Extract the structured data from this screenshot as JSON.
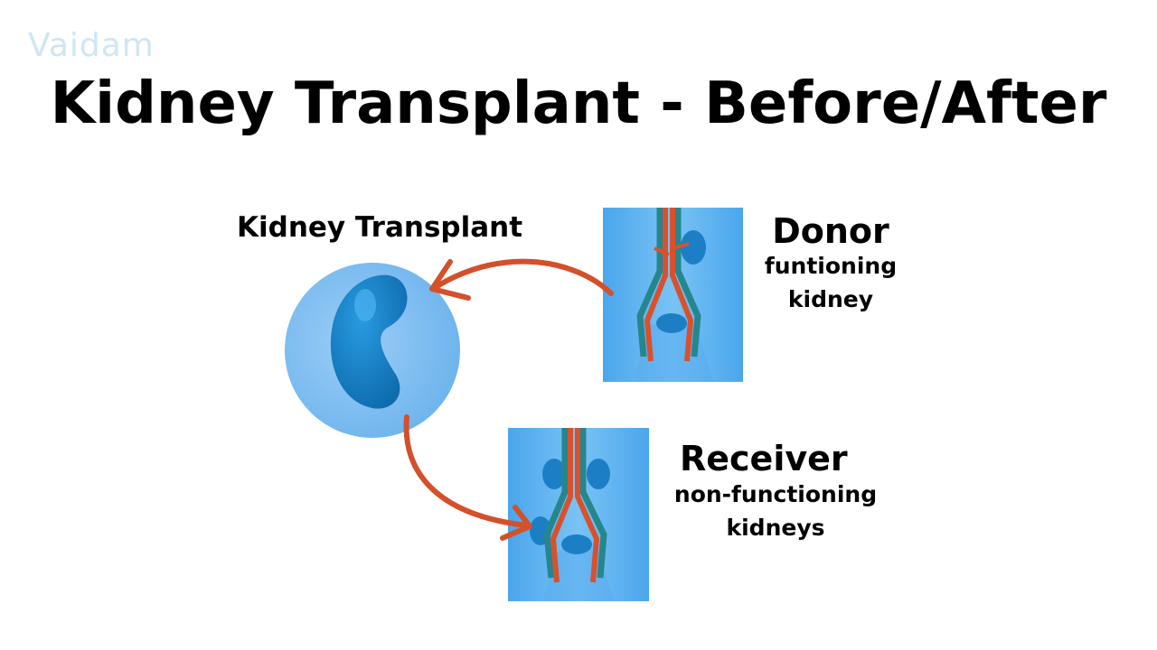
{
  "watermark": "Vaidam",
  "title": "Kidney Transplant - Before/After",
  "circle_label": "Kidney Transplant",
  "donor": {
    "heading": "Donor",
    "line1": "funtioning",
    "line2": "kidney"
  },
  "receiver": {
    "heading": "Receiver",
    "line1": "non-functioning",
    "line2": "kidneys"
  },
  "colors": {
    "body_blue": "#63b4f0",
    "kidney_blue": "#1e7fc4",
    "vessel_red": "#d9512c",
    "vessel_teal": "#26868e",
    "arrow_orange": "#d3502a",
    "circle_bg": "#a6d2f6"
  }
}
